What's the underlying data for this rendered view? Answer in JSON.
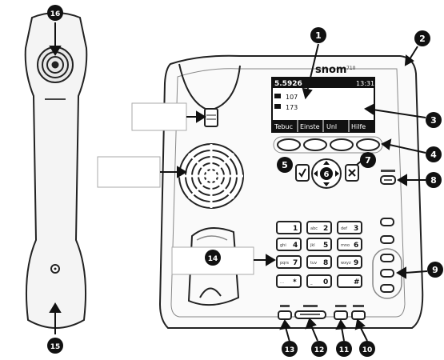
{
  "brand": {
    "name": "snom",
    "model": "710"
  },
  "display": {
    "status_line": "5.5926",
    "time": "13:31",
    "line1": "107",
    "line2": "173",
    "softkeys": [
      "Tebuc",
      "Einste",
      "Unl",
      "Hilfe"
    ]
  },
  "keypad": {
    "keys": [
      {
        "num": "1",
        "sub": ""
      },
      {
        "num": "2",
        "sub": "abc"
      },
      {
        "num": "3",
        "sub": "def"
      },
      {
        "num": "4",
        "sub": "ghi"
      },
      {
        "num": "5",
        "sub": "jkl"
      },
      {
        "num": "6",
        "sub": "mno"
      },
      {
        "num": "7",
        "sub": "pqrs"
      },
      {
        "num": "8",
        "sub": "tuv"
      },
      {
        "num": "9",
        "sub": "wxyz"
      },
      {
        "num": "*",
        "sub": "…"
      },
      {
        "num": "0",
        "sub": "_"
      },
      {
        "num": "#",
        "sub": ""
      }
    ]
  },
  "nav": {
    "center": "6"
  },
  "callouts": [
    {
      "id": "n1",
      "text": "1"
    },
    {
      "id": "n2",
      "text": "2"
    },
    {
      "id": "n3",
      "text": "3"
    },
    {
      "id": "n4",
      "text": "4"
    },
    {
      "id": "n5",
      "text": "5"
    },
    {
      "id": "n7",
      "text": "7"
    },
    {
      "id": "n8",
      "text": "8"
    },
    {
      "id": "n9",
      "text": "9"
    },
    {
      "id": "n10",
      "text": "10"
    },
    {
      "id": "n11",
      "text": "11"
    },
    {
      "id": "n12",
      "text": "12"
    },
    {
      "id": "n13",
      "text": "13"
    },
    {
      "id": "n14",
      "text": "14"
    },
    {
      "id": "n15",
      "text": "15"
    },
    {
      "id": "n16",
      "text": "16"
    }
  ],
  "colors": {
    "outline": "#222222",
    "screen": "#111111",
    "callout_fill": "#111111",
    "callout_text": "#ffffff"
  }
}
